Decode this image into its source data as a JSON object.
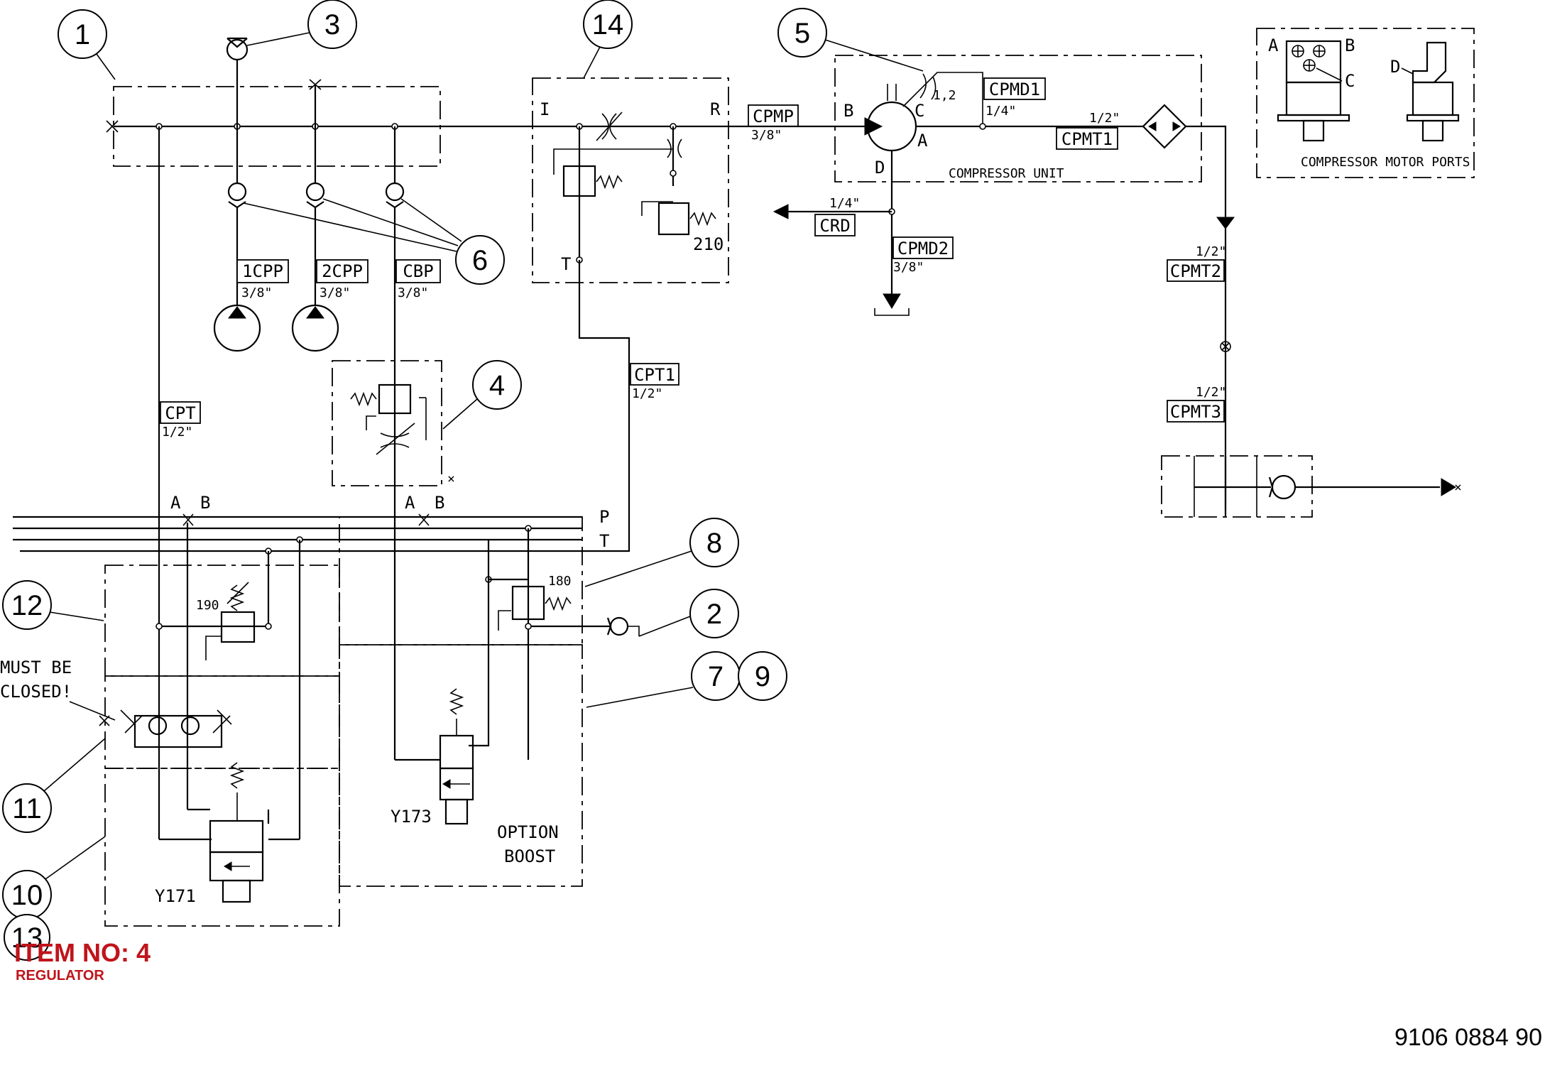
{
  "callouts": [
    "1",
    "3",
    "14",
    "5",
    "6",
    "4",
    "8",
    "2",
    "7",
    "9",
    "12",
    "11",
    "10",
    "13"
  ],
  "port_tags": {
    "cpmp": "CPMP",
    "cpmd1": "CPMD1",
    "cpmt1": "CPMT1",
    "crd": "CRD",
    "cpmd2": "CPMD2",
    "cpmt2": "CPMT2",
    "cpmt3": "CPMT3",
    "cpp1": "1CPP",
    "cpp2": "2CPP",
    "cbp": "CBP",
    "cpt1": "CPT1",
    "cpt": "CPT"
  },
  "sizes": {
    "cpmp": "3/8\"",
    "cpmd1": "1/4\"",
    "cpmt1": "1/2\"",
    "crd": "1/4\"",
    "cpmd2": "3/8\"",
    "cpmt2": "1/2\"",
    "cpmt3": "1/2\"",
    "cpp1": "3/8\"",
    "cpp2": "3/8\"",
    "cbp": "3/8\"",
    "cpt1": "1/2\"",
    "cpt": "1/2\""
  },
  "letters": {
    "i": "I",
    "r": "R",
    "t": "T",
    "b_motor": "B",
    "c_motor": "C",
    "a_motor": "A",
    "d_motor": "D",
    "ab1_a": "A",
    "ab1_b": "B",
    "ab2_a": "A",
    "ab2_b": "B",
    "p": "P",
    "t2": "T",
    "mp_a": "A",
    "mp_b": "B",
    "mp_c": "C",
    "mp_d": "D"
  },
  "labels": {
    "v210": "210",
    "v190": "190",
    "v180": "180",
    "ratio": "1,2",
    "compressor_unit": "COMPRESSOR UNIT",
    "compressor_motor_ports": "COMPRESSOR MOTOR PORTS",
    "must_be_1": "MUST BE",
    "must_be_2": "CLOSED!",
    "y171": "Y171",
    "y173": "Y173",
    "option": "OPTION",
    "boost": "BOOST"
  },
  "item": {
    "title": "ITEM NO: 4",
    "subtitle": "REGULATOR"
  },
  "doc_number": "9106 0884 90"
}
